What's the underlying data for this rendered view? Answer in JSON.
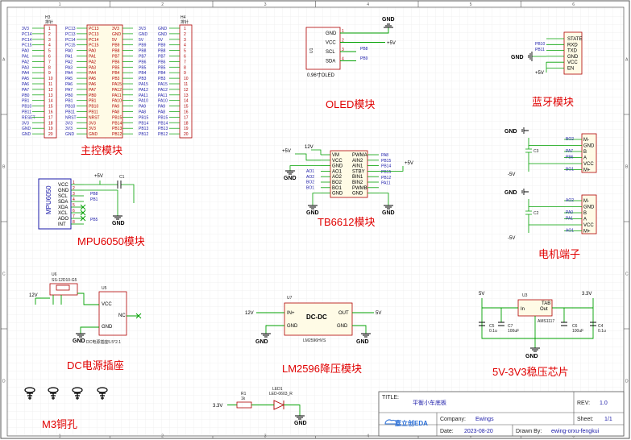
{
  "title_block": {
    "title_label": "TITLE:",
    "title_value": "平衡小车底板",
    "rev_label": "REV:",
    "rev_value": "1.0",
    "company_label": "Company:",
    "company_value": "Ewings",
    "sheet_label": "Sheet:",
    "sheet_value": "1/1",
    "date_label": "Date:",
    "date_value": "2023-08-20",
    "drawn_label": "Drawn By:",
    "drawn_value": "ewing-orxu-fengkui",
    "logo_text": "嘉立创EDA"
  },
  "border": {
    "cols": [
      "1",
      "2",
      "3",
      "4",
      "5",
      "6"
    ],
    "rows": [
      "A",
      "B",
      "C",
      "D"
    ]
  },
  "blocks": {
    "mcu": "主控模块",
    "oled": "OLED模块",
    "bt": "蓝牙模块",
    "tb": "TB6612模块",
    "mpu": "MPU6050模块",
    "motor": "电机端子",
    "dc": "DC电源插座",
    "lm": "LM2596降压模块",
    "reg": "5V-3V3稳压芯片",
    "m3": "M3铜孔"
  },
  "mcu": {
    "h3_ref": "H3",
    "h3_sub": "排针",
    "h4_ref": "H4",
    "h4_sub": "排针",
    "left_nets": [
      "3V3",
      "PC14",
      "PC14",
      "PC15",
      "PA0",
      "PA1",
      "PA2",
      "PA3",
      "PA4",
      "PA5",
      "PA6",
      "PA7",
      "PB0",
      "PB1",
      "PB10",
      "PB11",
      "RESET",
      "3V3",
      "GND",
      "GND"
    ],
    "chip_left": [
      "PC13",
      "PC13",
      "PC14",
      "PC15",
      "PA0",
      "PA1",
      "PA2",
      "PA3",
      "PA4",
      "PA5",
      "PA6",
      "PA7",
      "PB0",
      "PB1",
      "PB10",
      "PB11",
      "NRST",
      "3V3",
      "3V3",
      "GND"
    ],
    "chip_right": [
      "3V3",
      "GND",
      "5V",
      "PB9",
      "PB8",
      "PB7",
      "PB6",
      "PB5",
      "PB4",
      "PB3",
      "PA15",
      "PA12",
      "PA11",
      "PA10",
      "PA9",
      "PA8",
      "PB15",
      "PB14",
      "PB13",
      "PB12"
    ],
    "right_nets": [
      "3V3",
      "GND",
      "5V",
      "PB9",
      "PB8",
      "PB7",
      "PB6",
      "PB5",
      "PB4",
      "PB3",
      "PA15",
      "PA12",
      "PA11",
      "PA10",
      "PA9",
      "PA8",
      "PB15",
      "PB14",
      "PB13",
      "PB12"
    ],
    "h4_nets": [
      "GND",
      "GND",
      "5V",
      "PB9",
      "PB8",
      "PB7",
      "PB6",
      "PB5",
      "PB4",
      "PB3",
      "PA15",
      "PA12",
      "PA11",
      "PA10",
      "PA9",
      "PA8",
      "PB15",
      "PB14",
      "PB13",
      "PB12"
    ],
    "pins": [
      "1",
      "2",
      "3",
      "4",
      "5",
      "6",
      "7",
      "8",
      "9",
      "10",
      "11",
      "12",
      "13",
      "14",
      "15",
      "16",
      "17",
      "18",
      "19",
      "20"
    ]
  },
  "oled": {
    "pins": [
      "GND",
      "VCC",
      "SCL",
      "SDA"
    ],
    "nets": [
      "GND",
      "+5V",
      "PB8",
      "PB9"
    ],
    "caption": "0.96寸OLED",
    "ref": "U1"
  },
  "bt": {
    "pins": [
      "STATE",
      "RXD",
      "TXD",
      "GND",
      "VCC",
      "EN"
    ],
    "nets": [
      "PB10",
      "PB11",
      "GND",
      "+5V"
    ]
  },
  "tb": {
    "left": [
      "VM",
      "VCC",
      "GND",
      "AO1",
      "AO2",
      "BO2",
      "BO1",
      "GND"
    ],
    "right": [
      "PWMA",
      "AIN2",
      "AIN1",
      "STBY",
      "BIN1",
      "BIN2",
      "PWMB",
      "GND"
    ],
    "left_nets": [
      "12V",
      "+5V",
      "AO1",
      "AO2",
      "BO2",
      "BO1",
      "GND"
    ],
    "right_nets": [
      "PA8",
      "PB15",
      "PB14",
      "PB15",
      "PB12",
      "PA11",
      "+5V",
      "GND"
    ]
  },
  "mpu": {
    "label": "MPU6050",
    "pins": [
      "VCC",
      "GND",
      "SCL",
      "SDA",
      "XDA",
      "XCL",
      "ADO",
      "INT"
    ],
    "nets": [
      "+5V",
      "PB8",
      "PB1",
      "PB5",
      "GND"
    ],
    "cap": "C1"
  },
  "motor": {
    "m1_pins": [
      "M-",
      "GND",
      "B",
      "A",
      "VCC",
      "M+"
    ],
    "m1_nets": [
      "BO2",
      "PA7",
      "PB6",
      "BO1"
    ],
    "m2_pins": [
      "M-",
      "GND",
      "B",
      "A",
      "VCC",
      "M+"
    ],
    "m2_nets": [
      "AO2",
      "PA0",
      "PA1",
      "AO1"
    ],
    "c3": "C3",
    "c2": "C2",
    "pwr": [
      "GND",
      "-5V",
      "GND",
      "-5V"
    ]
  },
  "dc": {
    "u6": "U6",
    "part": "SS-12D10-G5",
    "u5": "U5",
    "u5_pins": [
      "VCC",
      "GND",
      "NC"
    ],
    "u5_caption": "DC电源插座5.5*2.1",
    "net12v": "12V",
    "gnd": "GND"
  },
  "lm": {
    "ref": "U7",
    "label": "DC-DC",
    "in": "IN+",
    "out": "OUT",
    "gnd1": "GND",
    "gnd2": "GND",
    "part": "LM2596HVS",
    "vin": "12V",
    "vout": "5V"
  },
  "reg": {
    "ref": "U3",
    "pins": [
      "In",
      "Out",
      "TAB",
      "GND"
    ],
    "part": "AMS1117",
    "vin": "5V",
    "vout": "3.3V",
    "c5": "C5",
    "c5v": "0.1u",
    "c7": "C7",
    "c7v": "100uF",
    "c6": "C6",
    "c6v": "100uF",
    "c4": "C4",
    "c4v": "0.1u",
    "gnd": "GND"
  },
  "led": {
    "r1": "R1",
    "r1v": "1k",
    "led": "LED1",
    "ledp": "LED-0603_R",
    "vin": "3.3V",
    "gnd": "GND"
  }
}
